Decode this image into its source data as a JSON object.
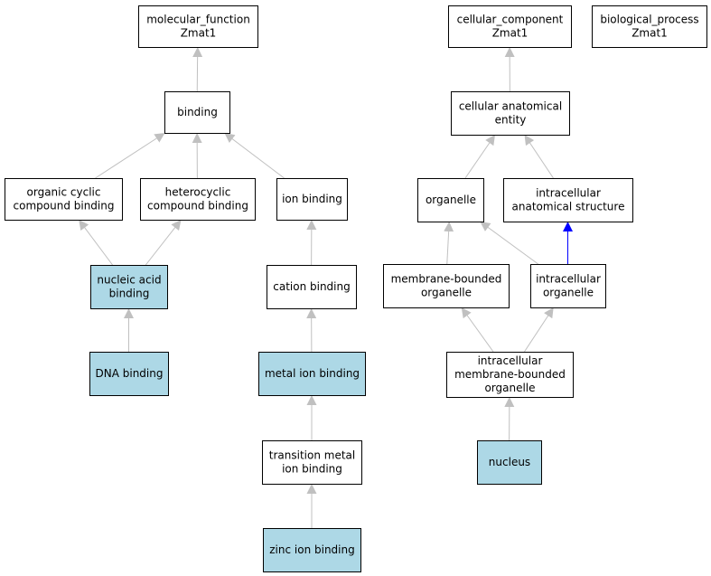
{
  "colors": {
    "node_fill": "#ffffff",
    "highlight_fill": "#add8e6",
    "border": "#000000",
    "edge_gray": "#c0c0c0",
    "edge_blue": "#0000ff"
  },
  "nodes": [
    {
      "id": "molecular_function",
      "lines": [
        "molecular_function",
        "Zmat1"
      ],
      "highlight": false
    },
    {
      "id": "binding",
      "lines": [
        "binding"
      ],
      "highlight": false
    },
    {
      "id": "organic_cyclic",
      "lines": [
        "organic cyclic",
        "compound binding"
      ],
      "highlight": false
    },
    {
      "id": "heterocyclic",
      "lines": [
        "heterocyclic",
        "compound binding"
      ],
      "highlight": false
    },
    {
      "id": "ion_binding",
      "lines": [
        "ion binding"
      ],
      "highlight": false
    },
    {
      "id": "nucleic_acid",
      "lines": [
        "nucleic acid",
        "binding"
      ],
      "highlight": true
    },
    {
      "id": "dna_binding",
      "lines": [
        "DNA binding"
      ],
      "highlight": true
    },
    {
      "id": "cation_binding",
      "lines": [
        "cation binding"
      ],
      "highlight": false
    },
    {
      "id": "metal_ion",
      "lines": [
        "metal ion binding"
      ],
      "highlight": true
    },
    {
      "id": "transition_metal",
      "lines": [
        "transition metal",
        "ion binding"
      ],
      "highlight": false
    },
    {
      "id": "zinc_ion",
      "lines": [
        "zinc ion binding"
      ],
      "highlight": true
    },
    {
      "id": "cellular_component",
      "lines": [
        "cellular_component",
        "Zmat1"
      ],
      "highlight": false
    },
    {
      "id": "biological_process",
      "lines": [
        "biological_process",
        "Zmat1"
      ],
      "highlight": false
    },
    {
      "id": "cellular_anatomical",
      "lines": [
        "cellular anatomical",
        "entity"
      ],
      "highlight": false
    },
    {
      "id": "organelle",
      "lines": [
        "organelle"
      ],
      "highlight": false
    },
    {
      "id": "intracellular_anatomical",
      "lines": [
        "intracellular",
        "anatomical structure"
      ],
      "highlight": false
    },
    {
      "id": "membrane_bounded",
      "lines": [
        "membrane-bounded",
        "organelle"
      ],
      "highlight": false
    },
    {
      "id": "intracellular_organelle",
      "lines": [
        "intracellular",
        "organelle"
      ],
      "highlight": false
    },
    {
      "id": "intracellular_membrane",
      "lines": [
        "intracellular",
        "membrane-bounded",
        "organelle"
      ],
      "highlight": false
    },
    {
      "id": "nucleus",
      "lines": [
        "nucleus"
      ],
      "highlight": true
    }
  ],
  "edges": [
    {
      "from": "binding",
      "to": "molecular_function",
      "color": "gray"
    },
    {
      "from": "organic_cyclic",
      "to": "binding",
      "color": "gray"
    },
    {
      "from": "heterocyclic",
      "to": "binding",
      "color": "gray"
    },
    {
      "from": "ion_binding",
      "to": "binding",
      "color": "gray"
    },
    {
      "from": "nucleic_acid",
      "to": "organic_cyclic",
      "color": "gray"
    },
    {
      "from": "nucleic_acid",
      "to": "heterocyclic",
      "color": "gray"
    },
    {
      "from": "dna_binding",
      "to": "nucleic_acid",
      "color": "gray"
    },
    {
      "from": "cation_binding",
      "to": "ion_binding",
      "color": "gray"
    },
    {
      "from": "metal_ion",
      "to": "cation_binding",
      "color": "gray"
    },
    {
      "from": "transition_metal",
      "to": "metal_ion",
      "color": "gray"
    },
    {
      "from": "zinc_ion",
      "to": "transition_metal",
      "color": "gray"
    },
    {
      "from": "cellular_anatomical",
      "to": "cellular_component",
      "color": "gray"
    },
    {
      "from": "organelle",
      "to": "cellular_anatomical",
      "color": "gray"
    },
    {
      "from": "intracellular_anatomical",
      "to": "cellular_anatomical",
      "color": "gray"
    },
    {
      "from": "membrane_bounded",
      "to": "organelle",
      "color": "gray"
    },
    {
      "from": "intracellular_organelle",
      "to": "organelle",
      "color": "gray"
    },
    {
      "from": "intracellular_organelle",
      "to": "intracellular_anatomical",
      "color": "blue"
    },
    {
      "from": "intracellular_membrane",
      "to": "membrane_bounded",
      "color": "gray"
    },
    {
      "from": "intracellular_membrane",
      "to": "intracellular_organelle",
      "color": "gray"
    },
    {
      "from": "nucleus",
      "to": "intracellular_membrane",
      "color": "gray"
    }
  ]
}
